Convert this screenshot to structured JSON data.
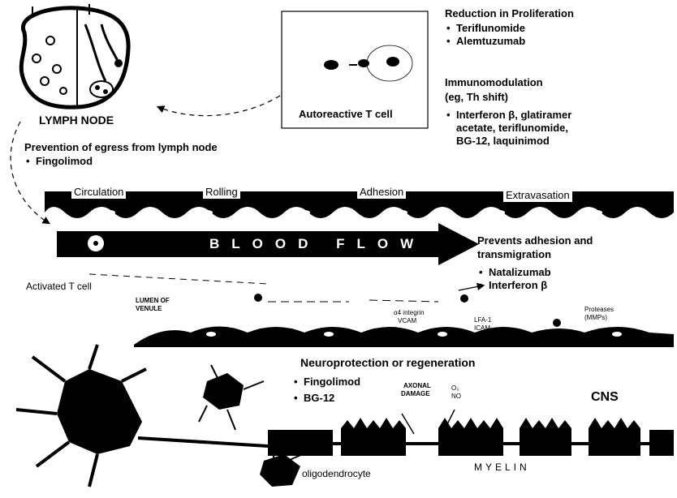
{
  "lymph_node": {
    "title": "LYMPH NODE",
    "egress_heading": "Prevention of egress from lymph node",
    "egress_drugs": [
      "Fingolimod"
    ]
  },
  "t_cell_box": {
    "label": "Autoreactive T cell"
  },
  "proliferation": {
    "heading": "Reduction in Proliferation",
    "drugs": [
      "Teriflunomide",
      "Alemtuzumab"
    ]
  },
  "immunomodulation": {
    "heading_line1": "Immunomodulation",
    "heading_line2": "(eg, Th shift)",
    "drugs_text": [
      "Interferon β, glatiramer",
      "acetate, teriflunomide,",
      "BG-12, laquinimod"
    ]
  },
  "stages": [
    "Circulation",
    "Rolling",
    "Adhesion",
    "Extravasation"
  ],
  "blood_flow": "BLOOD FLOW",
  "adhesion": {
    "heading_line1": "Prevents adhesion and",
    "heading_line2": "transmigration",
    "drugs": [
      "Natalizumab",
      "Interferon β"
    ]
  },
  "activated_t_cell": "Activated T cell",
  "venule": {
    "lumen_line1": "LUMEN OF",
    "lumen_line2": "VENULE",
    "integrin_line1": "α4 integrin",
    "integrin_line2": "VCAM",
    "lfa_line1": "LFA-1",
    "lfa_line2": "ICAM",
    "protease_line1": "Proteases",
    "protease_line2": "(MMPs)"
  },
  "neuroprotection": {
    "heading": "Neuroprotection or regeneration",
    "drugs": [
      "Fingolimod",
      "BG-12"
    ]
  },
  "axonal_damage_line1": "AXONAL",
  "axonal_damage_line2": "DAMAGE",
  "radicals_line1": "O₂",
  "radicals_line2": "NO",
  "cns": "CNS",
  "myelin": "MYELIN",
  "oligodendrocyte": "oligodendrocyte"
}
